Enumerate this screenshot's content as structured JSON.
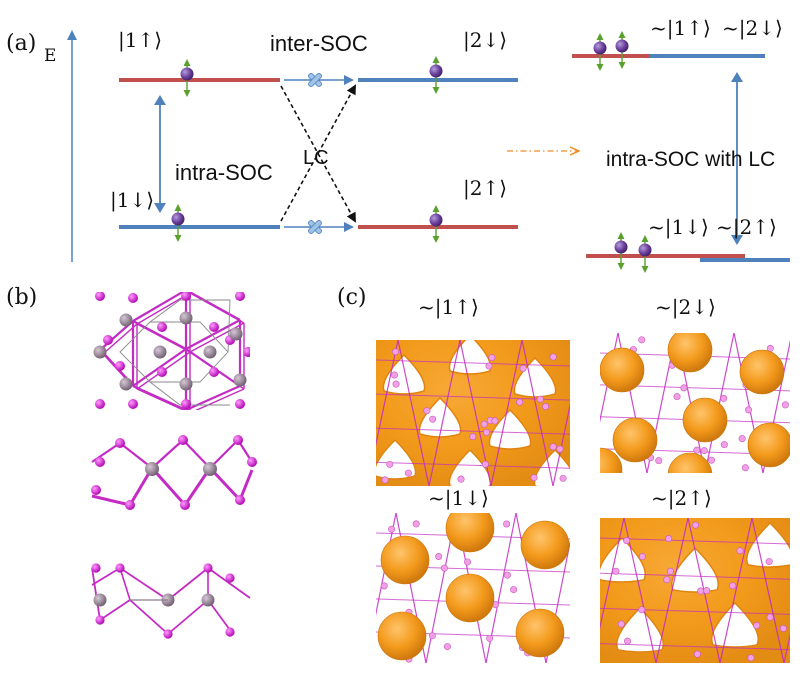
{
  "panel_a": {
    "panel_label": "(a)",
    "energy_axis_label": "E",
    "ket_1_up": "|1↑⟩",
    "ket_2_down": "|2↓⟩",
    "ket_1_down": "|1↓⟩",
    "ket_2_up": "|2↑⟩",
    "inter_soc": "inter-SOC",
    "intra_soc": "intra-SOC",
    "lc": "LC",
    "mixed_1_up": "~|1↑⟩",
    "mixed_2_down": "~|2↓⟩",
    "mixed_1_down": "~|1↓⟩",
    "mixed_2_up": "~|2↑⟩",
    "intra_soc_with_lc": "intra-SOC with LC"
  },
  "panel_b": {
    "panel_label": "(b)"
  },
  "panel_c": {
    "panel_label": "(c)",
    "label_1_up": "~|1↑⟩",
    "label_2_down": "~|2↓⟩",
    "label_1_down": "~|1↓⟩",
    "label_2_up": "~|2↑⟩"
  },
  "colors": {
    "red_level": "#c0504d",
    "blue_level": "#4f81bd",
    "arrow_blue": "#4f81bd",
    "electron": "#6a3d9a",
    "spin_arrow": "#5aa02c",
    "lc_arrow": "#f28c28",
    "atom_magenta": "#d21fd2",
    "atom_gray": "#8c7c8c",
    "orbital_orange": "#f39a1c",
    "bond_magenta": "#c42bc4"
  }
}
